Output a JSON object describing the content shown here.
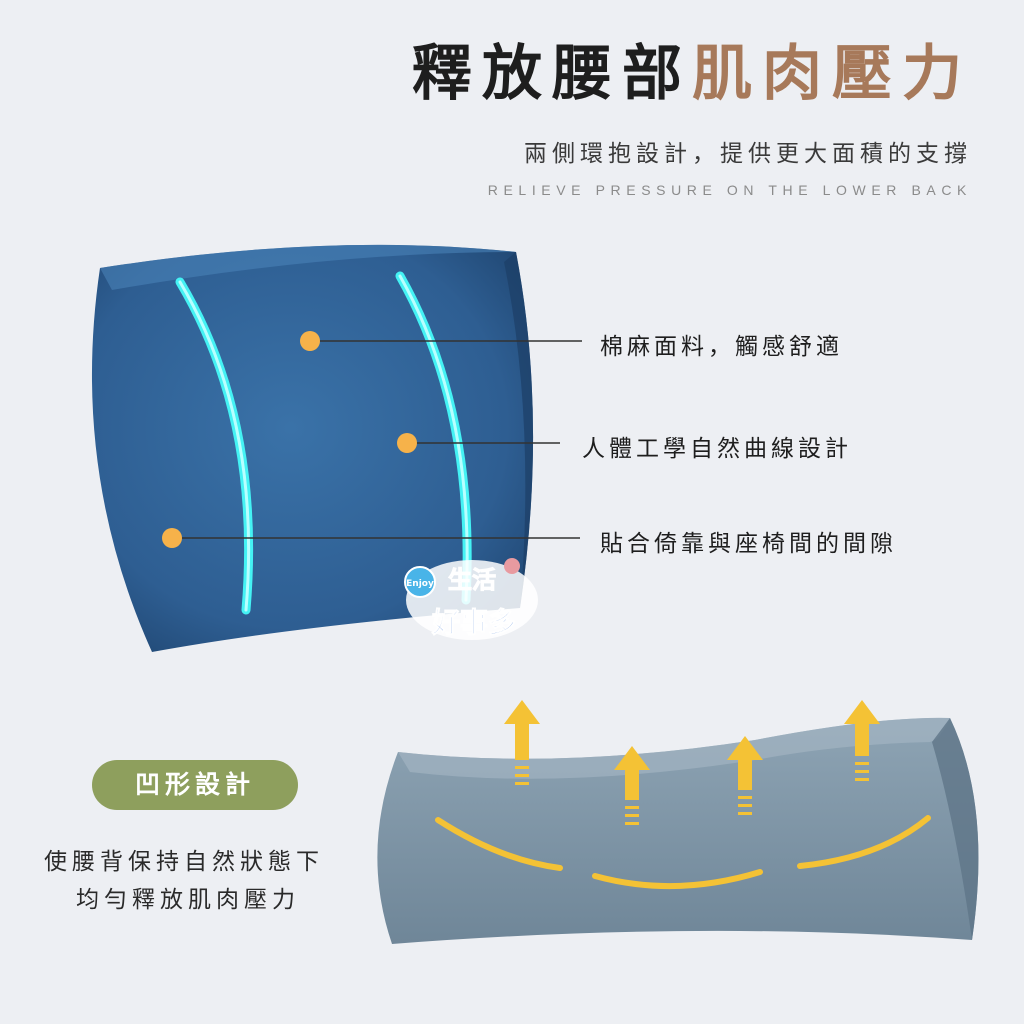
{
  "header": {
    "title_dark": "釋放腰部",
    "title_accent": "肌肉壓力",
    "subtitle": "兩側環抱設計，提供更大面積的支撐",
    "english": "RELIEVE PRESSURE ON THE LOWER BACK"
  },
  "features": [
    {
      "label": "棉麻面料，觸感舒適"
    },
    {
      "label": "人體工學自然曲線設計"
    },
    {
      "label": "貼合倚靠與座椅間的間隙"
    }
  ],
  "concave": {
    "badge": "凹形設計",
    "desc_line1": "使腰背保持自然狀態下",
    "desc_line2": "均勻釋放肌肉壓力"
  },
  "colors": {
    "accent": "#a7795a",
    "dot": "#f6b24a",
    "badge": "#8e9f5d",
    "cushion_blue": "#2f5d90",
    "cushion_gray": "#8097a8",
    "arrow": "#f4c235"
  }
}
